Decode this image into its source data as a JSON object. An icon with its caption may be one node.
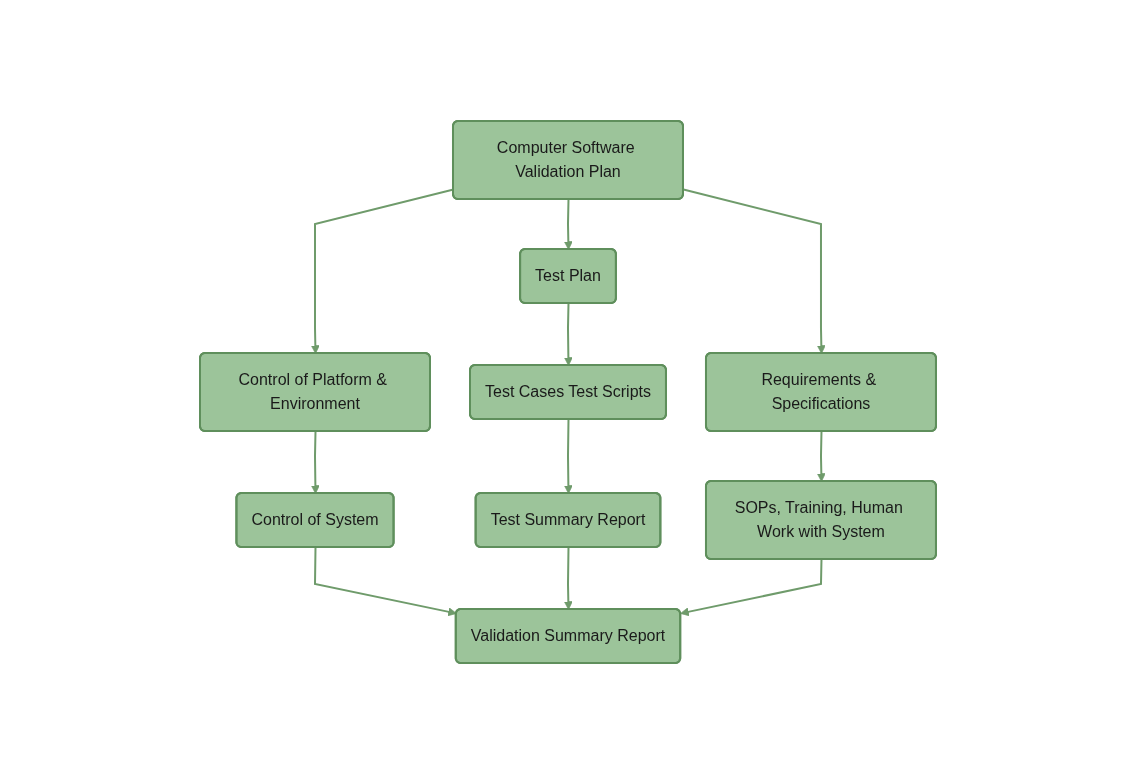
{
  "diagram": {
    "nodes": [
      {
        "text": [
          "Computer Software Validation Plan"
        ]
      },
      {
        "text": [
          "Control of Platform & Environment"
        ]
      },
      {
        "text": [
          "Test Plan"
        ]
      },
      {
        "text": [
          "Requirements & Specifications"
        ]
      },
      {
        "text": [
          "Control of System"
        ]
      },
      {
        "text": [
          "Test Cases Test Scripts"
        ]
      },
      {
        "text": [
          "SOPs, Training, Human Work with System"
        ]
      },
      {
        "text": [
          "Test Summary Report"
        ]
      },
      {
        "text": [
          "Validation Summary Report"
        ]
      }
    ],
    "edges": [
      {
        "from": 0,
        "to": 1,
        "arrow": "to"
      },
      {
        "from": 0,
        "to": 2,
        "arrow": "to"
      },
      {
        "from": 0,
        "to": 3,
        "arrow": "to"
      },
      {
        "from": 1,
        "to": 4,
        "arrow": "to"
      },
      {
        "from": 2,
        "to": 5,
        "arrow": "to"
      },
      {
        "from": 3,
        "to": 6,
        "arrow": "to"
      },
      {
        "from": 5,
        "to": 7,
        "arrow": "to"
      },
      {
        "from": 4,
        "to": 8,
        "arrow": "to"
      },
      {
        "from": 7,
        "to": 8,
        "arrow": "to"
      },
      {
        "from": 6,
        "to": 8,
        "arrow": "to"
      }
    ]
  }
}
